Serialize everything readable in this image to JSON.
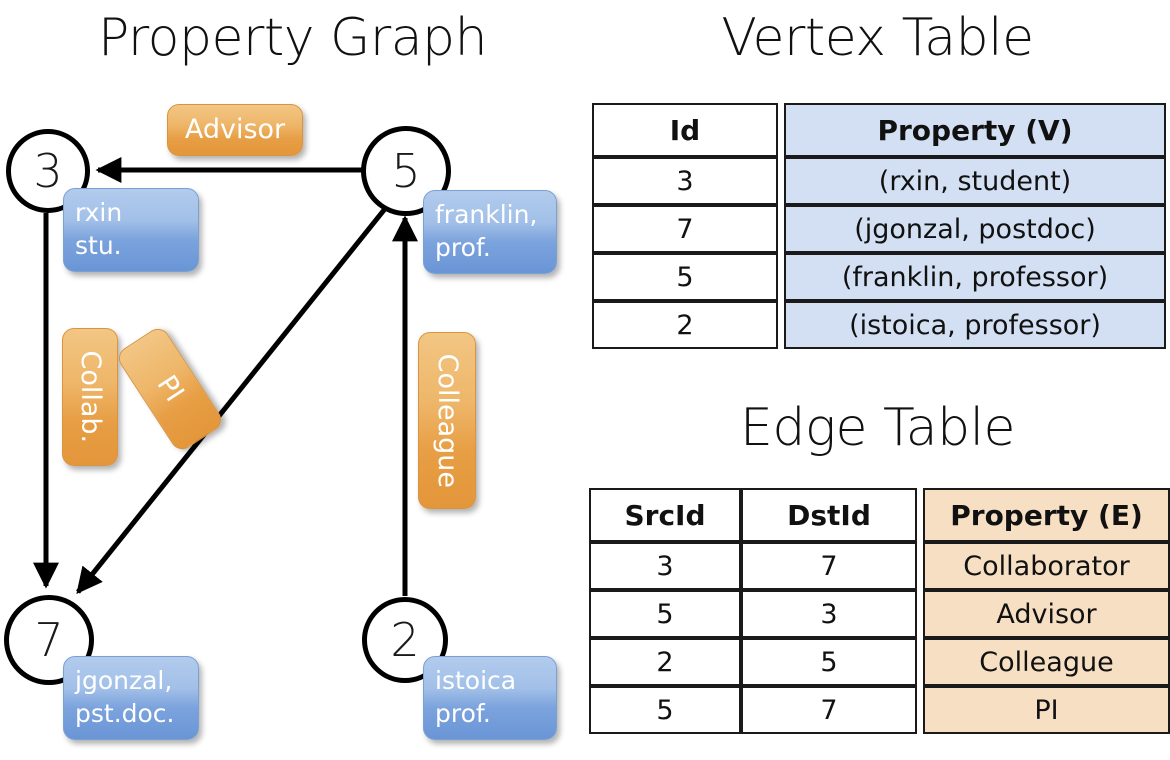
{
  "titles": {
    "property_graph": "Property Graph",
    "vertex_table": "Vertex Table",
    "edge_table": "Edge Table"
  },
  "graph": {
    "nodes": [
      {
        "id": "3",
        "property_lines": [
          "rxin",
          "stu."
        ]
      },
      {
        "id": "5",
        "property_lines": [
          "franklin,",
          "prof."
        ]
      },
      {
        "id": "7",
        "property_lines": [
          "jgonzal,",
          "pst.doc."
        ]
      },
      {
        "id": "2",
        "property_lines": [
          "istoica",
          "prof."
        ]
      }
    ],
    "edge_labels": [
      {
        "label": "Advisor",
        "orientation": "horizontal"
      },
      {
        "label": "Collab.",
        "orientation": "vertical-down"
      },
      {
        "label": "PI",
        "orientation": "diagonal"
      },
      {
        "label": "Colleague",
        "orientation": "vertical-down"
      }
    ]
  },
  "vertex_table": {
    "headers": [
      "Id",
      "Property (V)"
    ],
    "rows": [
      {
        "id": "3",
        "property": "(rxin, student)"
      },
      {
        "id": "7",
        "property": "(jgonzal, postdoc)"
      },
      {
        "id": "5",
        "property": "(franklin, professor)"
      },
      {
        "id": "2",
        "property": "(istoica, professor)"
      }
    ]
  },
  "edge_table": {
    "headers": [
      "SrcId",
      "DstId",
      "Property (E)"
    ],
    "rows": [
      {
        "src": "3",
        "dst": "7",
        "property": "Collaborator"
      },
      {
        "src": "5",
        "dst": "3",
        "property": "Advisor"
      },
      {
        "src": "2",
        "dst": "5",
        "property": "Colleague"
      },
      {
        "src": "5",
        "dst": "7",
        "property": "PI"
      }
    ]
  },
  "colors": {
    "vertex_property_fill": "#d3dff2",
    "edge_property_fill": "#f7dfc4",
    "node_box_blue": "#7ba3dd",
    "edge_label_orange": "#e79e44",
    "background": "#ffffff",
    "stroke": "#000000"
  }
}
